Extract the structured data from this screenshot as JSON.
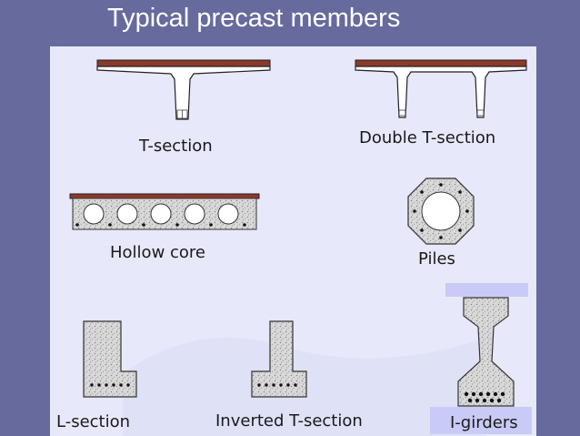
{
  "title": "Typical precast members",
  "members": {
    "t_section": "T-section",
    "double_t_section": "Double T-section",
    "hollow_core": "Hollow core",
    "piles": "Piles",
    "l_section": "L-section",
    "inverted_t_section": "Inverted T-section",
    "i_girders": "I-girders"
  },
  "colors": {
    "background": "#676a9d",
    "panel": "#e7e8fa",
    "topping": "#8b3a2a",
    "concrete": "#d8d8d8"
  }
}
